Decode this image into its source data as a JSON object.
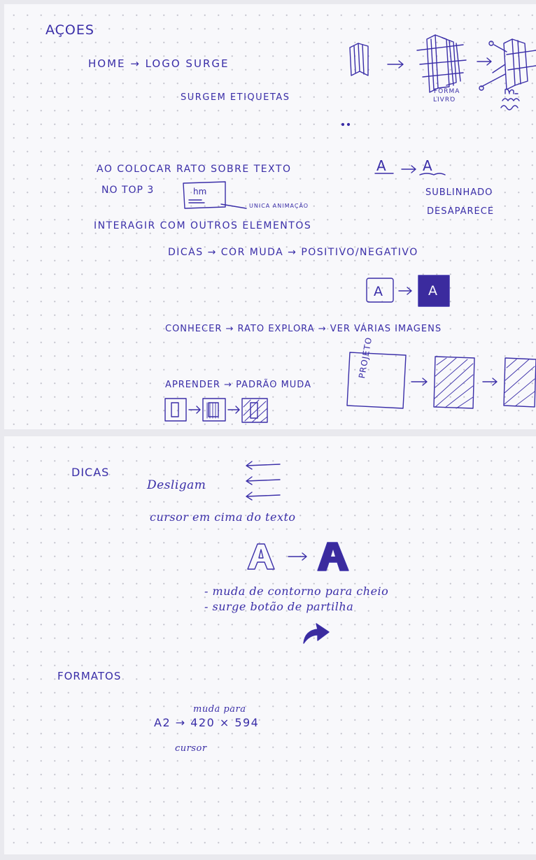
{
  "page1": {
    "heading": "AÇOES",
    "home_line": "HOME → LOGO SURGE",
    "surgem": "SURGEM ETIQUETAS",
    "forma_livro": [
      "FORMA",
      "LIVRO"
    ],
    "rato_line": "AO COLOCAR RATO SOBRE TEXTO",
    "no_top": "NO TOP 3",
    "thumb_text": "hm",
    "unica": "UNICA ANIMAÇÃO",
    "sublinhado": [
      "SUBLINHADO",
      "DESAPARECE"
    ],
    "a_letter": "A",
    "interagir": "INTERAGIR COM OUTROS ELEMENTOS",
    "dicas_line": "DICAS → COR MUDA → POSITIVO/NEGATIVO",
    "conhecer": "CONHECER → RATO EXPLORA → VER VÁRIAS IMAGENS",
    "aprender": "APRENDER → PADRÃO MUDA",
    "projeto": "PROJETO"
  },
  "page2": {
    "dicas": "DICAS",
    "desligam": "Desligam",
    "cursor_texto": "cursor em cima do texto",
    "bullet1": "- muda de contorno para cheio",
    "bullet2": "- surge botão de partilha",
    "formatos": "FORMATOS",
    "muda_para": "muda para",
    "a2_line": "A2 → 420 × 594",
    "cursor": "cursor"
  },
  "colors": {
    "ink": "#3a2ea8",
    "paper": "#f8f8fb",
    "background": "#e9e9ee"
  }
}
